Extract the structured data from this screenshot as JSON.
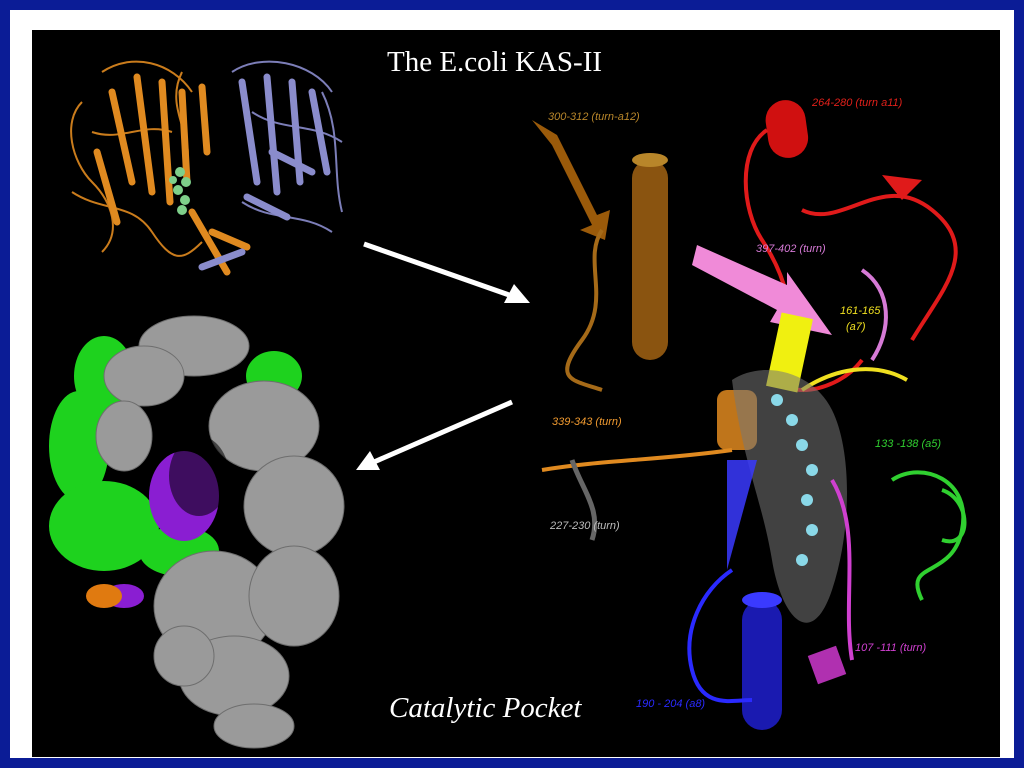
{
  "slide": {
    "title": "The E.coli KAS-II",
    "caption": "Catalytic Pocket"
  },
  "labels": [
    {
      "id": "l1",
      "text": "300-312 (turn-a12)",
      "color": "#b8862a"
    },
    {
      "id": "l2",
      "text": "264-280 (turn a11)",
      "color": "#e0201a"
    },
    {
      "id": "l3",
      "text": "397-402 (turn)",
      "color": "#d67ad6"
    },
    {
      "id": "l4",
      "text": "161-165",
      "color": "#f0e020"
    },
    {
      "id": "l5",
      "text": "(a7)",
      "color": "#f0e020"
    },
    {
      "id": "l6",
      "text": "339-343 (turn)",
      "color": "#f09a30"
    },
    {
      "id": "l7",
      "text": "133 -138 (a5)",
      "color": "#30d030"
    },
    {
      "id": "l8",
      "text": "227-230 (turn)",
      "color": "#bcbcbc"
    },
    {
      "id": "l9",
      "text": "107 -111 (turn)",
      "color": "#d040d0"
    },
    {
      "id": "l10",
      "text": "190 - 204 (a8)",
      "color": "#2a2aff"
    }
  ],
  "colors": {
    "frame": "#0b1c96",
    "orange_chain": "#e08a20",
    "blue_chain": "#8a8ccc",
    "ligand": "#7ecf8a",
    "surface_gray": "#9a9a9a",
    "surface_green": "#1ed21e",
    "surface_purple": "#8a1ed2"
  }
}
